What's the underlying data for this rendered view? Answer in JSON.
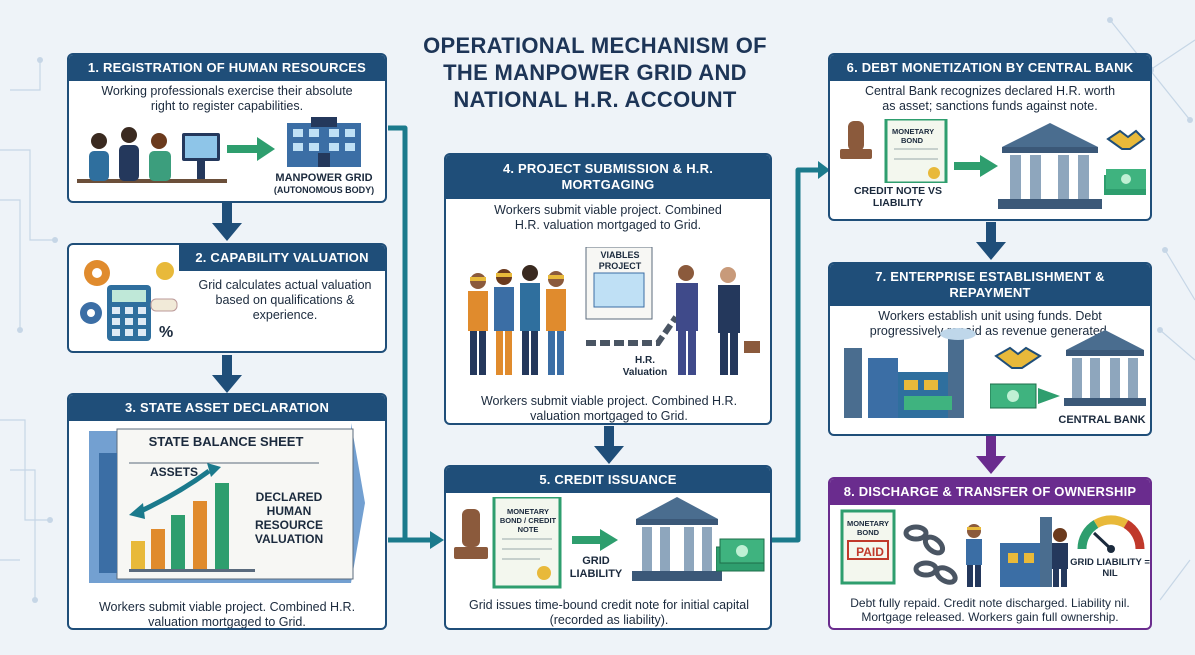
{
  "title": "OPERATIONAL MECHANISM OF THE MANPOWER GRID AND NATIONAL H.R. ACCOUNT",
  "steps": [
    {
      "heading": "1. REGISTRATION OF HUMAN RESOURCES",
      "desc": "Working professionals exercise their absolute right to register capabilities.",
      "label_main": "MANPOWER GRID",
      "label_sub": "(AUTONOMOUS BODY)"
    },
    {
      "heading": "2. CAPABILITY VALUATION",
      "desc": "Grid calculates actual valuation based on qualifications & experience."
    },
    {
      "heading": "3. STATE ASSET DECLARATION",
      "sheet_title": "STATE BALANCE SHEET",
      "assets_label": "ASSETS",
      "declared_label": "DECLARED HUMAN RESOURCE VALUATION",
      "desc": "Workers submit viable project. Combined H.R. valuation mortgaged to Grid."
    },
    {
      "heading": "4. PROJECT SUBMISSION & H.R. MORTGAGING",
      "desc_top": "Workers submit viable project. Combined H.R. valuation mortgaged to Grid.",
      "board_label": "VIABLES PROJECT",
      "chain_label": "H.R. Valuation",
      "desc_bottom": "Workers submit viable project. Combined H.R. valuation mortgaged to Grid."
    },
    {
      "heading": "5. CREDIT ISSUANCE",
      "doc_label": "MONETARY BOND / CREDIT NOTE",
      "liability_label": "GRID LIABILITY",
      "desc": "Grid issues time-bound credit note for initial capital (recorded as liability)."
    },
    {
      "heading": "6. DEBT MONETIZATION BY CENTRAL BANK",
      "desc": "Central Bank recognizes declared H.R. worth as asset; sanctions funds against note.",
      "doc_label": "MONETARY BOND",
      "credit_label": "CREDIT NOTE VS LIABILITY"
    },
    {
      "heading": "7. ENTERPRISE ESTABLISHMENT & REPAYMENT",
      "desc": "Workers establish unit using funds. Debt progressively repaid as revenue generated.",
      "bank_label": "CENTRAL BANK"
    },
    {
      "heading": "8. DISCHARGE & TRANSFER OF OWNERSHIP",
      "doc_label": "MONETARY BOND",
      "paid_label": "PAID",
      "gauge_label": "GRID LIABILITY = NIL",
      "desc": "Debt fully repaid. Credit note discharged. Liability nil. Mortgage released. Workers gain full ownership."
    }
  ],
  "colors": {
    "header_blue": "#1f4e79",
    "header_purple": "#6a2c8e",
    "connector_teal": "#1b7a8c",
    "arrow_green": "#2e9e6e",
    "background": "#eef3f8"
  }
}
